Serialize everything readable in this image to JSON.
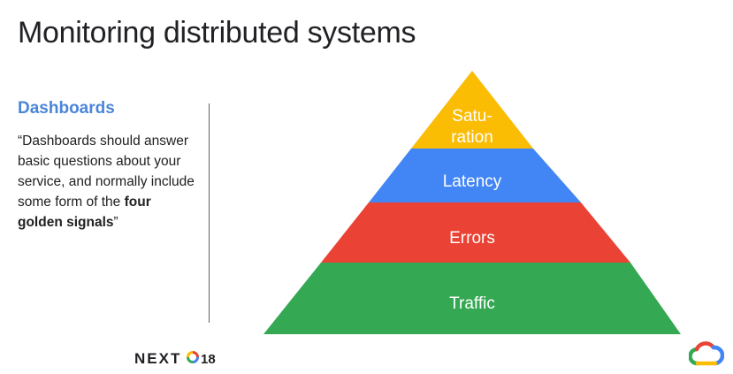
{
  "slide": {
    "title": "Monitoring distributed systems"
  },
  "left_panel": {
    "heading": "Dashboards",
    "quote_part1": "“Dashboards should answer basic questions about your service, and normally include some form of the ",
    "quote_bold": "four golden signals",
    "quote_part2": "”"
  },
  "pyramid": {
    "levels": [
      {
        "label_line1": "Satu-",
        "label_line2": "ration",
        "color": "#fbbc04"
      },
      {
        "label": "Latency",
        "color": "#4285f4"
      },
      {
        "label": "Errors",
        "color": "#ea4335"
      },
      {
        "label": "Traffic",
        "color": "#34a853"
      }
    ]
  },
  "footer": {
    "event_logo_text": "NEXT",
    "event_logo_year": "18",
    "brand_colors": [
      "#ea4335",
      "#4285f4",
      "#fbbc04",
      "#34a853"
    ]
  }
}
